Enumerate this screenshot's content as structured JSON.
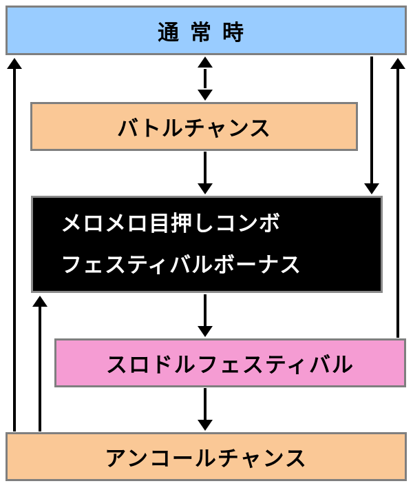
{
  "colors": {
    "normal": "#99ccff",
    "battle_chance": "#fac896",
    "melomelo": "#000000",
    "surodoru": "#f59cd3",
    "encore": "#fac896",
    "arrow": "#000000",
    "border": "#7f7f7f"
  },
  "nodes": {
    "normal": {
      "label": "通常時"
    },
    "battle_chance": {
      "label": "バトルチャンス"
    },
    "melomelo": {
      "line1": "メロメロ目押しコンボ",
      "line2": "フェスティバルボーナス"
    },
    "surodoru": {
      "label": "スロドルフェスティバル"
    },
    "encore": {
      "label": "アンコールチャンス"
    }
  }
}
